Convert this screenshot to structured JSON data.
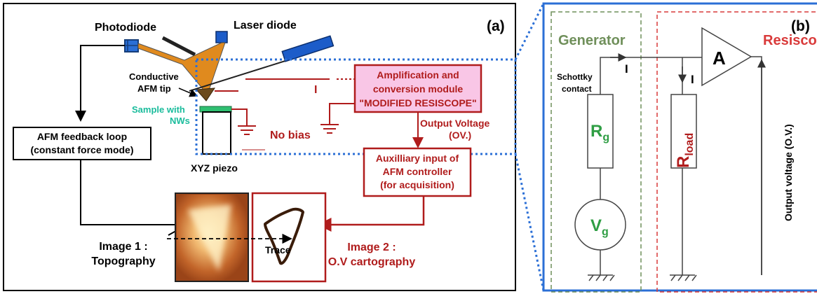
{
  "panel_a": {
    "tag": "(a)",
    "photodiode": "Photodiode",
    "laser_diode": "Laser diode",
    "tip_line1": "Conductive",
    "tip_line2": "AFM tip",
    "sample_line1": "Sample with",
    "sample_line2": "NWs",
    "no_bias": "No bias",
    "current": "I",
    "xyz_piezo": "XYZ piezo",
    "feedback_line1": "AFM feedback loop",
    "feedback_line2": "(constant force mode)",
    "module_line1": "Amplification and",
    "module_line2": "conversion module",
    "module_line3": "\"MODIFIED RESISCOPE\"",
    "output_line1": "Output Voltage",
    "output_line2": "(OV.)",
    "aux_line1": "Auxilliary input of",
    "aux_line2": "AFM controller",
    "aux_line3": "(for acquisition)",
    "image1_line1": "Image 1 :",
    "image1_line2": "Topography",
    "image2_line1": "Image 2 :",
    "image2_line2": "O.V cartography",
    "trace": "Trace"
  },
  "panel_b": {
    "tag": "(b)",
    "generator": "Generator",
    "resiscope": "Resiscope",
    "schottky_line1": "Schottky",
    "schottky_line2": "contact",
    "current_left": "I",
    "current_right": "I",
    "rg_main": "R",
    "rg_sub": "g",
    "rload_main": "R",
    "rload_sub": "load",
    "vg_main": "V",
    "vg_sub": "g",
    "amp": "A",
    "output_voltage": "Output voltage (O.V.)"
  },
  "colors": {
    "dark_red": "#b01c1c",
    "green": "#2f9e44",
    "teal": "#1abc9c",
    "blue_frame": "#2b6fd6",
    "laser_blue": "#1c5cc9",
    "cantilever": "#e08a1e",
    "module_fill": "#f9c6e6",
    "gen_dash": "#6f8f5a",
    "res_dash": "#d93a3a"
  }
}
